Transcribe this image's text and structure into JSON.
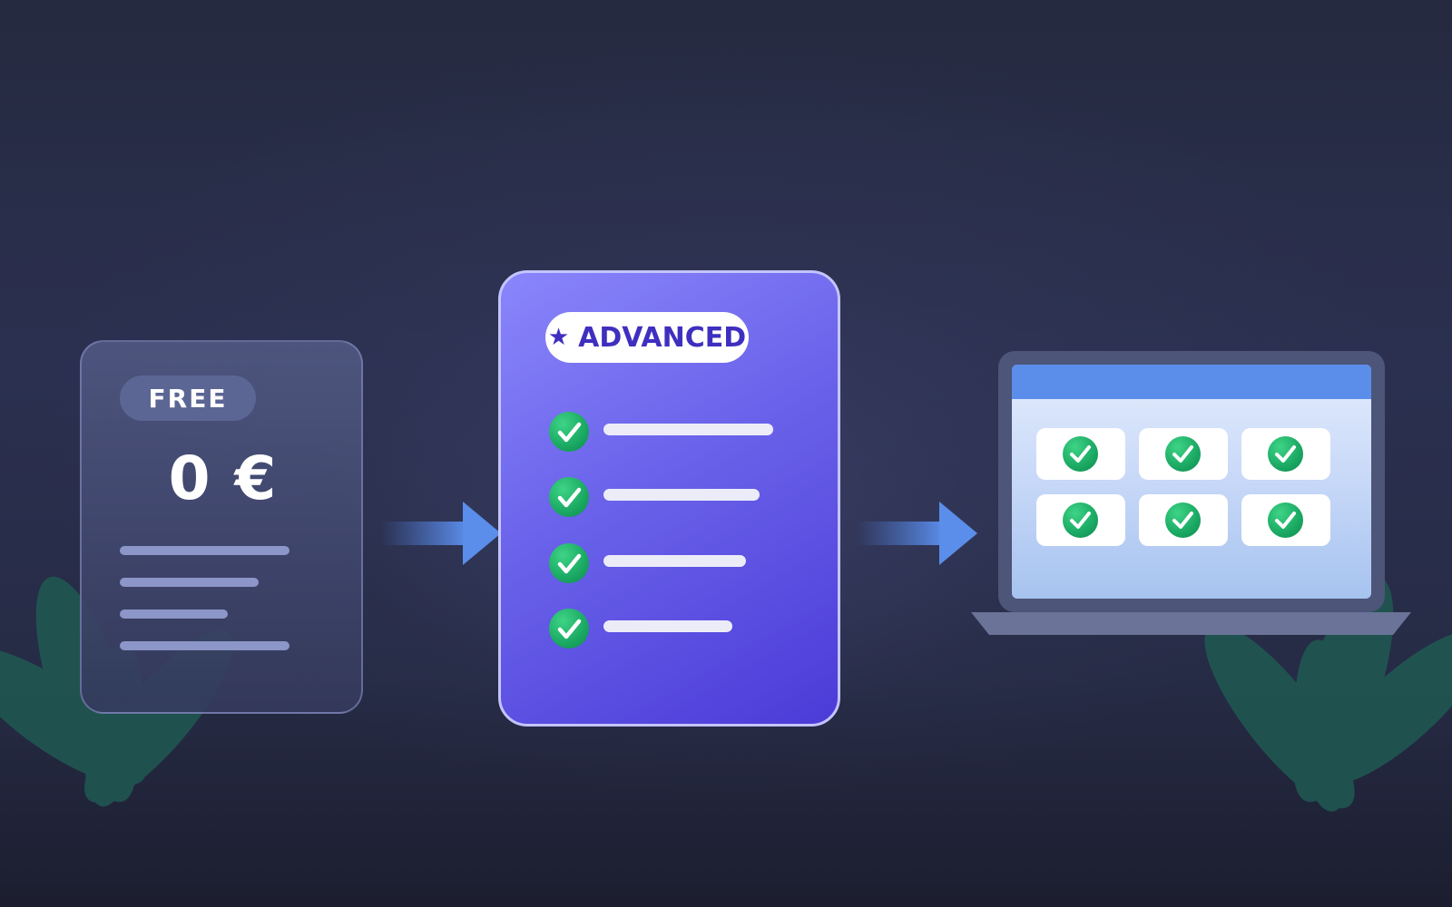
{
  "free_plan": {
    "badge_label": "FREE",
    "price": "0 €"
  },
  "advanced_plan": {
    "star_symbol": "★",
    "badge_label": "ADVANCED"
  },
  "icons": [
    "check-icon",
    "arrow-right-icon",
    "star-icon",
    "laptop-icon",
    "plant-leaf-icon"
  ],
  "colors": {
    "background": "#272c45",
    "free_card": "#434a70",
    "advanced_card": "#6c63ec",
    "check_green": "#1aa862",
    "arrow_blue": "#5b8eea",
    "laptop_frame": "#4d5578",
    "leaf_green": "#1f5a52"
  }
}
